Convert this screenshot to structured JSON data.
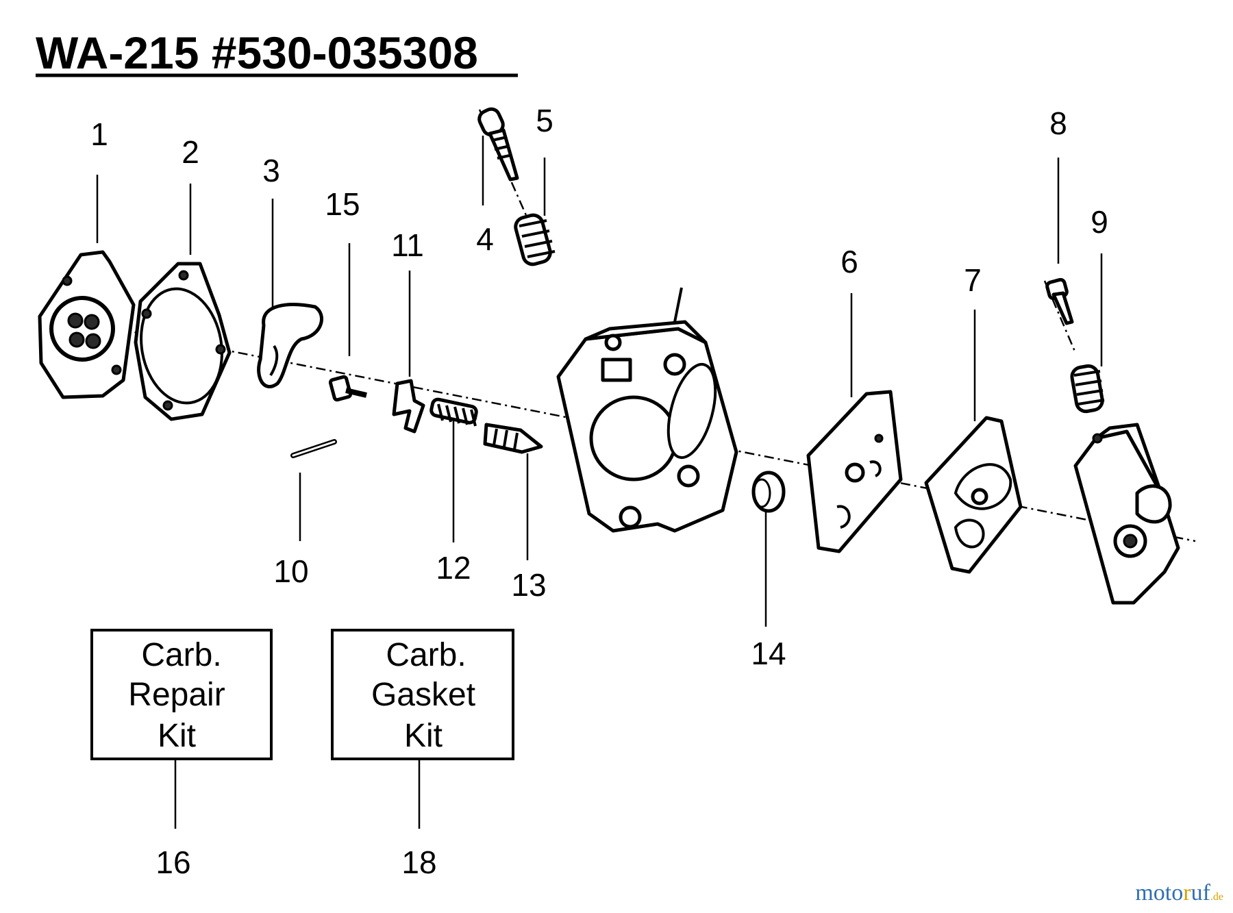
{
  "title": "WA-215 #530-035308",
  "callouts": [
    "1",
    "2",
    "3",
    "4",
    "5",
    "6",
    "7",
    "8",
    "9",
    "10",
    "11",
    "12",
    "13",
    "14",
    "15",
    "16",
    "18"
  ],
  "kits": [
    {
      "lines": [
        "Carb.",
        "Repair",
        "Kit"
      ]
    },
    {
      "lines": [
        "Carb.",
        "Gasket",
        "Kit"
      ]
    }
  ],
  "watermark": {
    "part1": "moto",
    "part2": "r",
    "part3": "uf",
    "suffix": ".de"
  }
}
